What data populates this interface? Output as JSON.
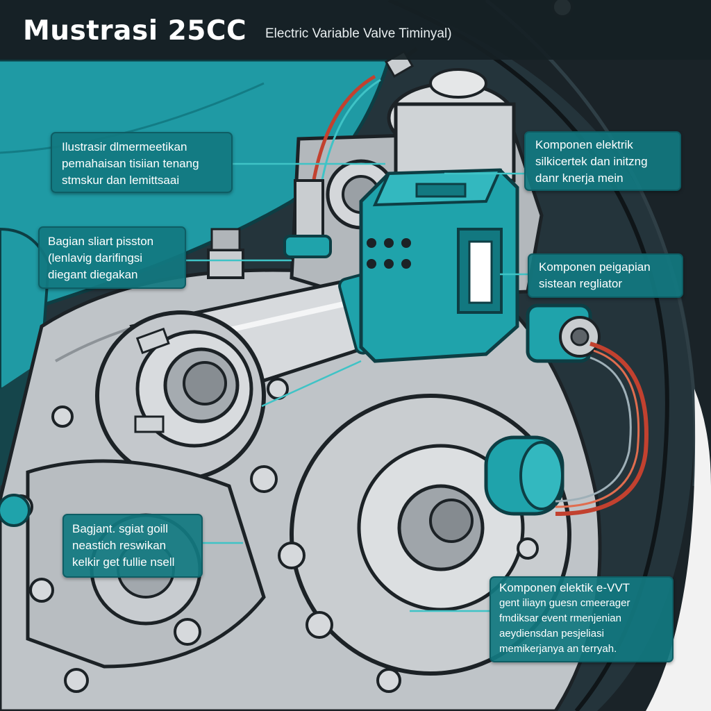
{
  "title": {
    "main": "Mustrasi 25CC",
    "sub": "Electric Variable Valve Timinyal)"
  },
  "callouts": [
    {
      "id": "illustration-note",
      "lines": [
        "Ilustrasir dlmermeetikan",
        "pemahaisan tisiian tenang",
        "stmskur dan lemittsaai"
      ]
    },
    {
      "id": "electric-component",
      "lines": [
        "Komponen elektrik",
        "silkicertek dan initzng",
        "danr knerja mein"
      ]
    },
    {
      "id": "piston-part",
      "lines": [
        "Bagian sliart pisston",
        "(lenlavig darifingsi",
        "diegant diegakan"
      ]
    },
    {
      "id": "regulator-component",
      "lines": [
        "Komponen peigapian",
        "sistean regliator"
      ]
    },
    {
      "id": "coil-part",
      "lines": [
        "Bagjant. sgiat goill",
        "neastich reswikan",
        "kelkir get fullie nsell"
      ]
    },
    {
      "id": "evvt-component",
      "lines": [
        "Komponen elektik e-VVT",
        "gent iliayn guesn cmeerager",
        "fmdiksar event rmenjenian",
        "aeydiensdan pesjeliasi",
        "memikerjanya an terryah."
      ]
    }
  ],
  "colors": {
    "accent": "#1fa3ab",
    "callout_bg": "#127880",
    "metal": "#c9cdd0",
    "outline": "#1c2226",
    "dark_bg": "#1d2a30"
  }
}
